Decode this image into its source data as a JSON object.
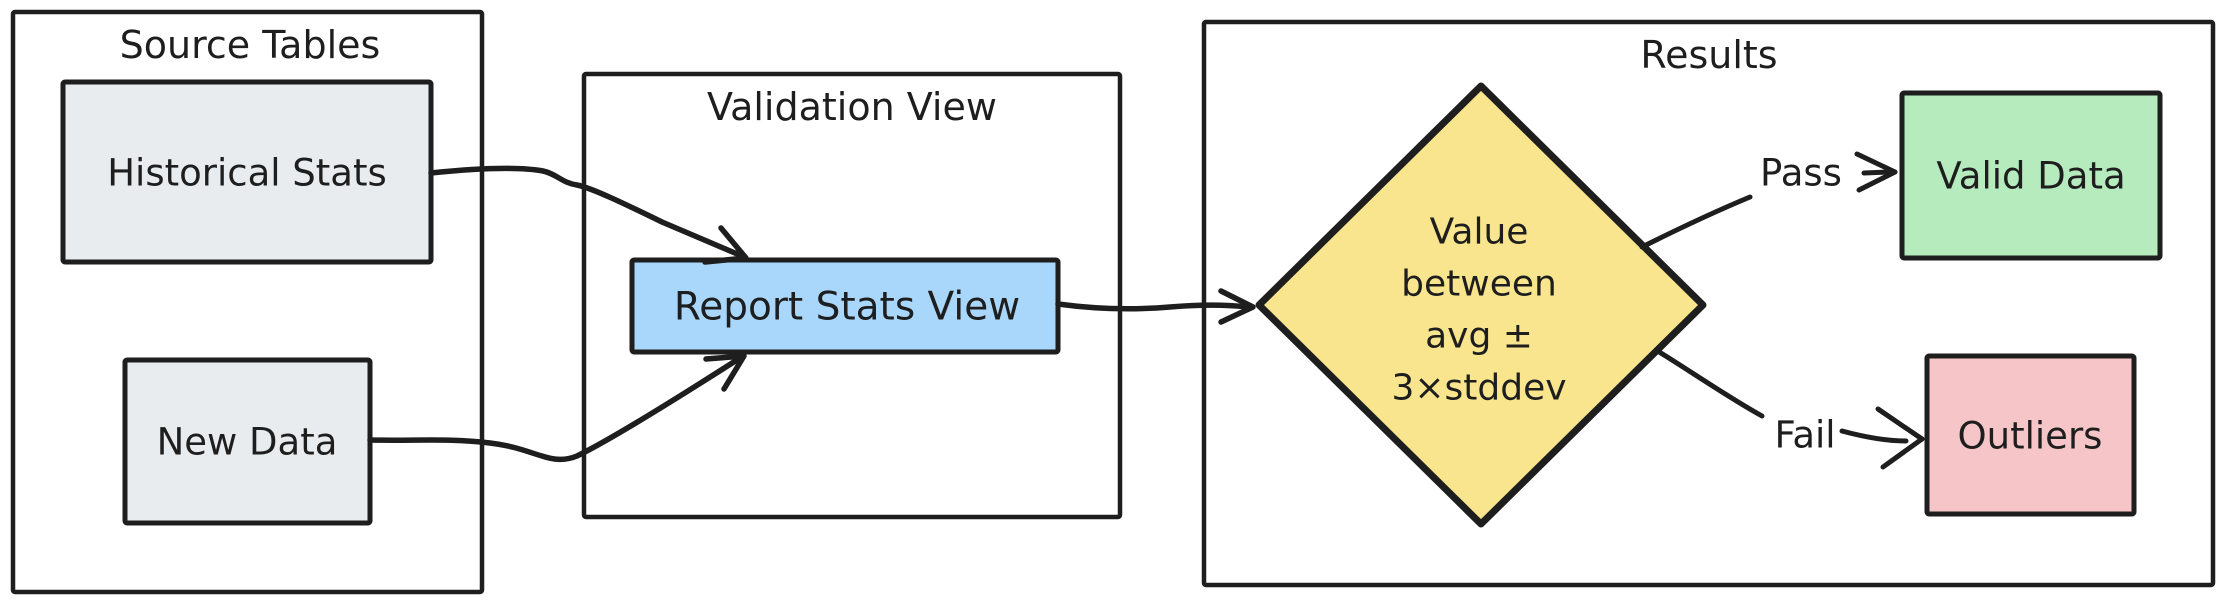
{
  "colors": {
    "ink": "#1e1e1e",
    "background": "#ffffff",
    "gray_fill": "#e9ecef",
    "blue_fill": "#a8d7fb",
    "yellow_fill": "#f8e58d",
    "green_fill": "#b6ecbd",
    "pink_fill": "#f6c5c7"
  },
  "containers": {
    "source": {
      "title": "Source Tables"
    },
    "validation": {
      "title": "Validation View"
    },
    "results": {
      "title": "Results"
    }
  },
  "nodes": {
    "historical": {
      "label": "Historical Stats",
      "fill": "#e9ecef"
    },
    "new_data": {
      "label": "New Data",
      "fill": "#e9ecef"
    },
    "report": {
      "label": "Report Stats View",
      "fill": "#a8d7fb"
    },
    "decision": {
      "lines": [
        "Value",
        "between",
        "avg ±",
        "3×stddev"
      ],
      "fill": "#f8e58d"
    },
    "valid": {
      "label": "Valid Data",
      "fill": "#b6ecbd"
    },
    "outliers": {
      "label": "Outliers",
      "fill": "#f6c5c7"
    }
  },
  "edges": {
    "pass_label": "Pass",
    "fail_label": "Fail"
  }
}
